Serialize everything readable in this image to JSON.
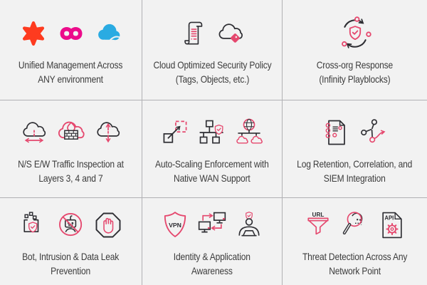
{
  "theme": {
    "background": "#f2f2f2",
    "divider_color": "#b1b1b4",
    "text_color": "#3c3c3c",
    "icon_black": "#2e2e33",
    "icon_pink": "#e5486e",
    "brand_red": "#fe3b1f",
    "brand_magenta": "#ec0c8b",
    "brand_blue": "#2aabe2"
  },
  "icon_labels": {
    "vpn": "VPN",
    "url": "URL",
    "api": "API"
  },
  "cells": [
    {
      "name": "unified-management",
      "line1": "Unified Management Across",
      "line2": "ANY environment",
      "icons": [
        "starburst-logo-icon",
        "infinity-logo-icon",
        "cloud-logo-icon"
      ]
    },
    {
      "name": "cloud-optimized-policy",
      "line1": "Cloud Optimized Security Policy",
      "line2": "(Tags, Objects, etc.)",
      "icons": [
        "policy-scroll-icon",
        "cloud-tag-icon"
      ]
    },
    {
      "name": "cross-org-response",
      "line1": "Cross-org Response",
      "line2": "(Infinity Playblocks)",
      "icons": [
        "shield-sync-icon"
      ]
    },
    {
      "name": "traffic-inspection",
      "line1": "N/S E/W Traffic Inspection at",
      "line2": "Layers 3, 4 and 7",
      "icons": [
        "cloud-east-west-icon",
        "cloud-firewall-icon",
        "cloud-north-south-icon"
      ]
    },
    {
      "name": "auto-scaling",
      "line1": "Auto-Scaling Enforcement with",
      "line2": "Native WAN Support",
      "icons": [
        "auto-scale-icon",
        "network-shield-icon",
        "wan-globe-icon"
      ]
    },
    {
      "name": "log-retention",
      "line1": "Log Retention, Correlation, and",
      "line2": "SIEM Integration",
      "icons": [
        "log-notebook-icon",
        "siem-flow-icon"
      ]
    },
    {
      "name": "prevention",
      "line1": "Bot, Intrusion & Data Leak",
      "line2": "Prevention",
      "icons": [
        "data-leak-shield-icon",
        "no-bot-icon",
        "stop-hand-icon"
      ]
    },
    {
      "name": "identity-awareness",
      "line1": "Identity & Application",
      "line2": "Awareness",
      "icons": [
        "vpn-shield-icon",
        "app-exchange-icon",
        "identity-user-icon"
      ]
    },
    {
      "name": "threat-detection",
      "line1": "Threat Detection Across Any",
      "line2": "Network Point",
      "icons": [
        "url-filter-icon",
        "threat-hunt-icon",
        "api-doc-icon"
      ]
    }
  ]
}
